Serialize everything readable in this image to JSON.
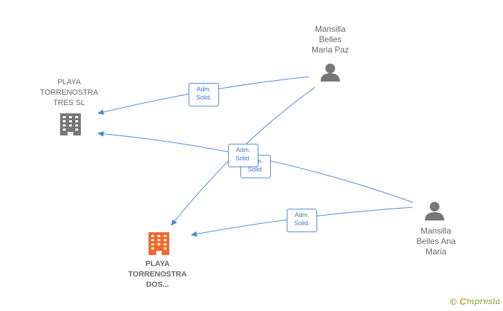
{
  "nodes": {
    "playa_tres": {
      "label_lines": [
        "PLAYA",
        "TORRENOSTRA",
        "TRES SL"
      ],
      "type": "company",
      "icon": "building-icon",
      "color": "#777777"
    },
    "playa_dos": {
      "label_lines": [
        "PLAYA",
        "TORRENOSTRA",
        "DOS..."
      ],
      "type": "company",
      "icon": "building-icon",
      "color": "#f26a2b"
    },
    "mansilla_paz": {
      "label_lines": [
        "Mansilla",
        "Belles",
        "Maria Paz"
      ],
      "type": "person",
      "icon": "person-icon",
      "color": "#777777"
    },
    "mansilla_ana": {
      "label_lines": [
        "Mansilla",
        "Belles Ana",
        "Maria"
      ],
      "type": "person",
      "icon": "person-icon",
      "color": "#777777"
    }
  },
  "edges": [
    {
      "from": "mansilla_paz",
      "to": "playa_tres",
      "label_lines": [
        "Adm.",
        "Solid."
      ]
    },
    {
      "from": "mansilla_paz",
      "to": "playa_dos",
      "label_lines": [
        "Adm.",
        "Solid."
      ]
    },
    {
      "from": "mansilla_ana",
      "to": "playa_tres",
      "label_lines": [
        "Adm.",
        "Solid."
      ]
    },
    {
      "from": "mansilla_ana",
      "to": "playa_dos",
      "label_lines": [
        "Adm.",
        "Solid."
      ]
    }
  ],
  "colors": {
    "edge": "#4a88d4",
    "edge_label_text": "#3a78c8"
  },
  "footer": {
    "copyright": "©",
    "brand_initial": "C",
    "brand_rest": "mpresia"
  }
}
